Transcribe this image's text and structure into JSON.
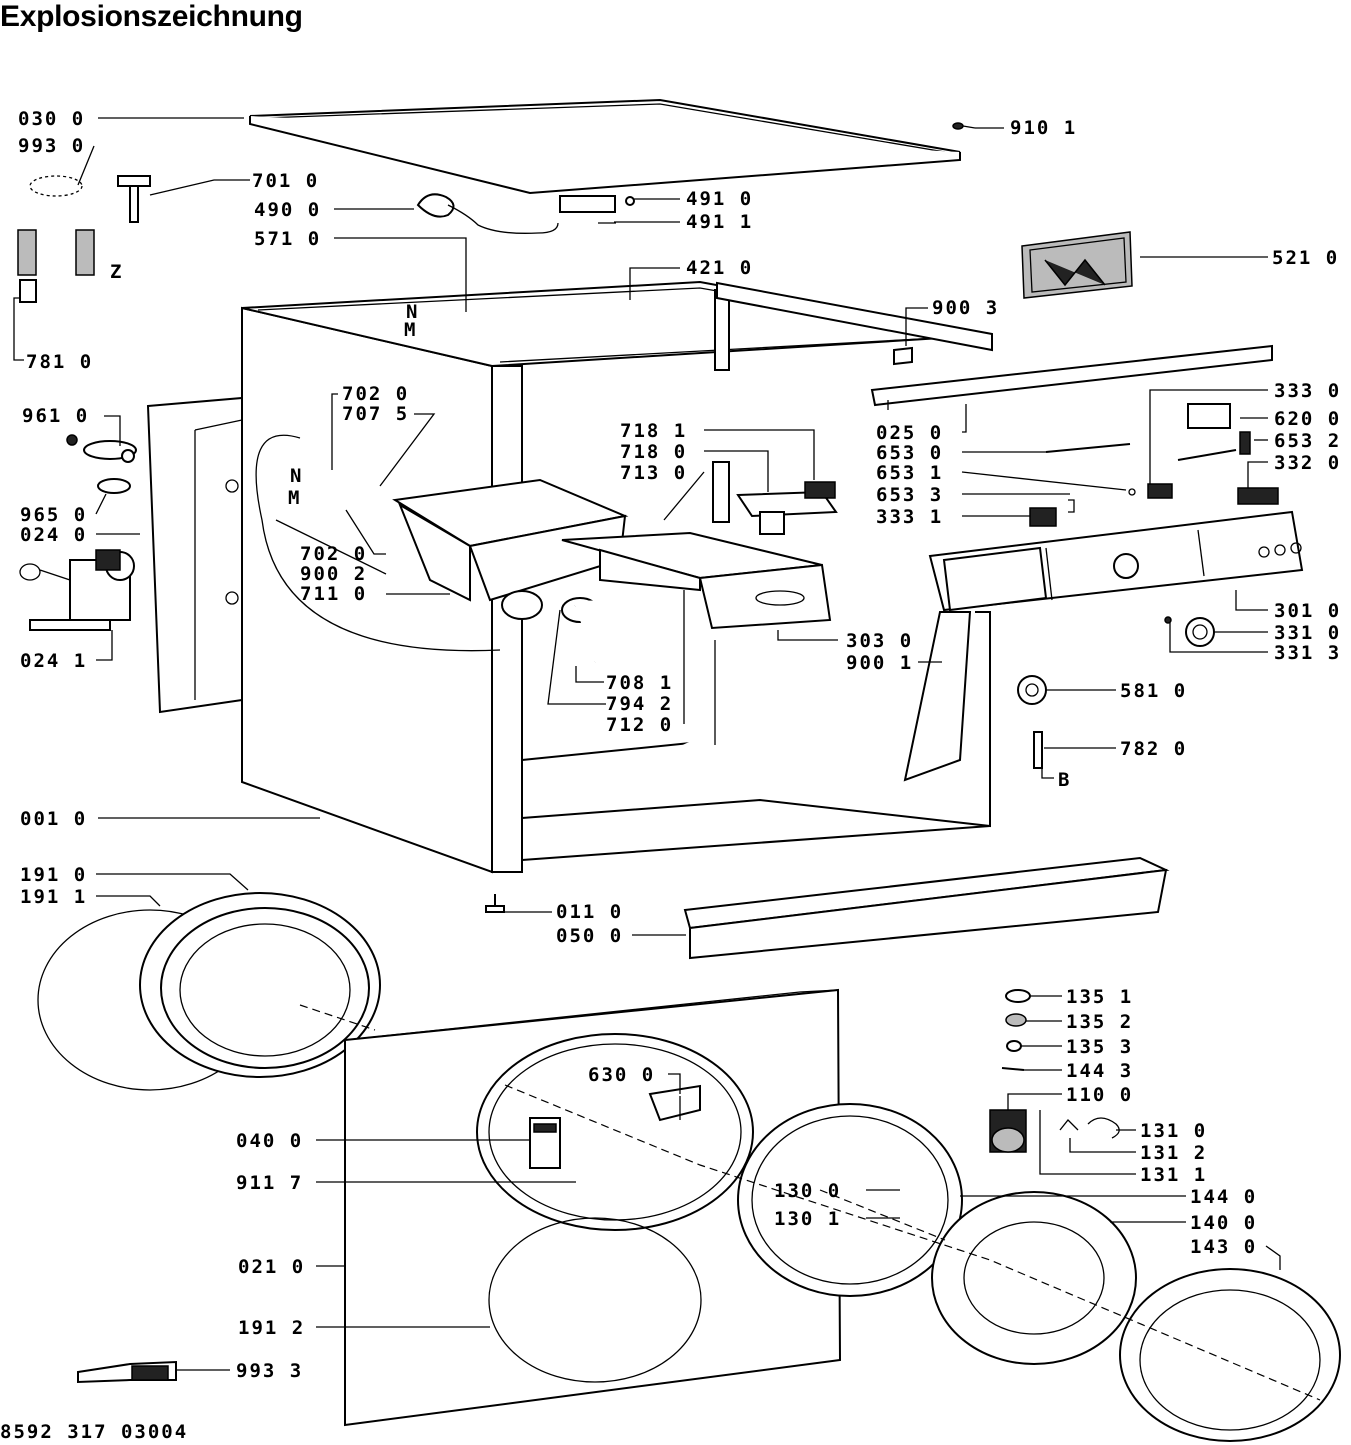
{
  "title": "Explosionszeichnung",
  "document_number": "8592 317 03004",
  "markers": {
    "n_upper": "N",
    "m_upper": "M",
    "n_dispenser": "N",
    "m_dispenser": "M",
    "z": "Z",
    "b": "B"
  },
  "labels": {
    "l030_0": "030 0",
    "l993_0": "993 0",
    "l701_0": "701 0",
    "l490_0": "490 0",
    "l571_0": "571 0",
    "l491_0": "491 0",
    "l491_1": "491 1",
    "l421_0": "421 0",
    "l910_1": "910 1",
    "l521_0": "521 0",
    "l900_3": "900 3",
    "l781_0": "781 0",
    "l961_0": "961 0",
    "l965_0": "965 0",
    "l024_0": "024 0",
    "l024_1": "024 1",
    "l702_0a": "702 0",
    "l707_5": "707 5",
    "l702_0b": "702 0",
    "l900_2": "900 2",
    "l711_0": "711 0",
    "l718_1": "718 1",
    "l718_0": "718 0",
    "l713_0": "713 0",
    "l708_1": "708 1",
    "l794_2": "794 2",
    "l712_0": "712 0",
    "l303_0": "303 0",
    "l900_1": "900 1",
    "l333_0": "333 0",
    "l620_0": "620 0",
    "l653_2": "653 2",
    "l332_0": "332 0",
    "l025_0": "025 0",
    "l653_0": "653 0",
    "l653_1": "653 1",
    "l653_3": "653 3",
    "l333_1": "333 1",
    "l301_0": "301 0",
    "l331_0": "331 0",
    "l331_3": "331 3",
    "l581_0": "581 0",
    "l782_0": "782 0",
    "l001_0": "001 0",
    "l191_0": "191 0",
    "l191_1": "191 1",
    "l011_0": "011 0",
    "l050_0": "050 0",
    "l135_1": "135 1",
    "l135_2": "135 2",
    "l135_3": "135 3",
    "l144_3": "144 3",
    "l110_0": "110 0",
    "l131_0": "131 0",
    "l131_2": "131 2",
    "l131_1": "131 1",
    "l630_0": "630 0",
    "l040_0": "040 0",
    "l911_7": "911 7",
    "l130_0": "130 0",
    "l130_1": "130 1",
    "l144_0": "144 0",
    "l140_0": "140 0",
    "l143_0": "143 0",
    "l021_0": "021 0",
    "l191_2": "191 2",
    "l993_3": "993 3"
  }
}
